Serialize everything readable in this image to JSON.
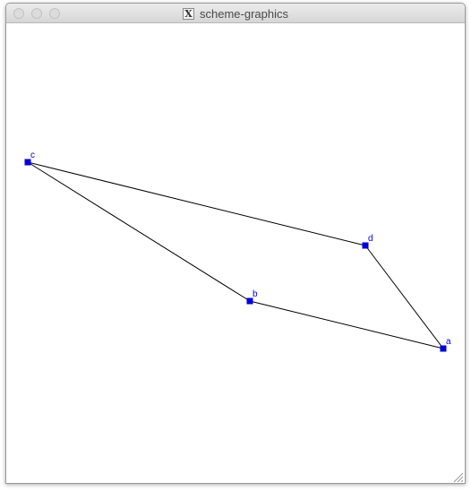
{
  "window": {
    "title": "scheme-graphics",
    "title_icon": "x11-icon",
    "title_icon_glyph": "X"
  },
  "graph": {
    "point_color": "#0000dd",
    "line_color": "#000000",
    "points": [
      {
        "label": "c"
      },
      {
        "label": "d"
      },
      {
        "label": "b"
      },
      {
        "label": "a"
      }
    ],
    "edges": [
      [
        "c",
        "d"
      ],
      [
        "c",
        "b"
      ],
      [
        "b",
        "a"
      ],
      [
        "d",
        "a"
      ]
    ]
  }
}
